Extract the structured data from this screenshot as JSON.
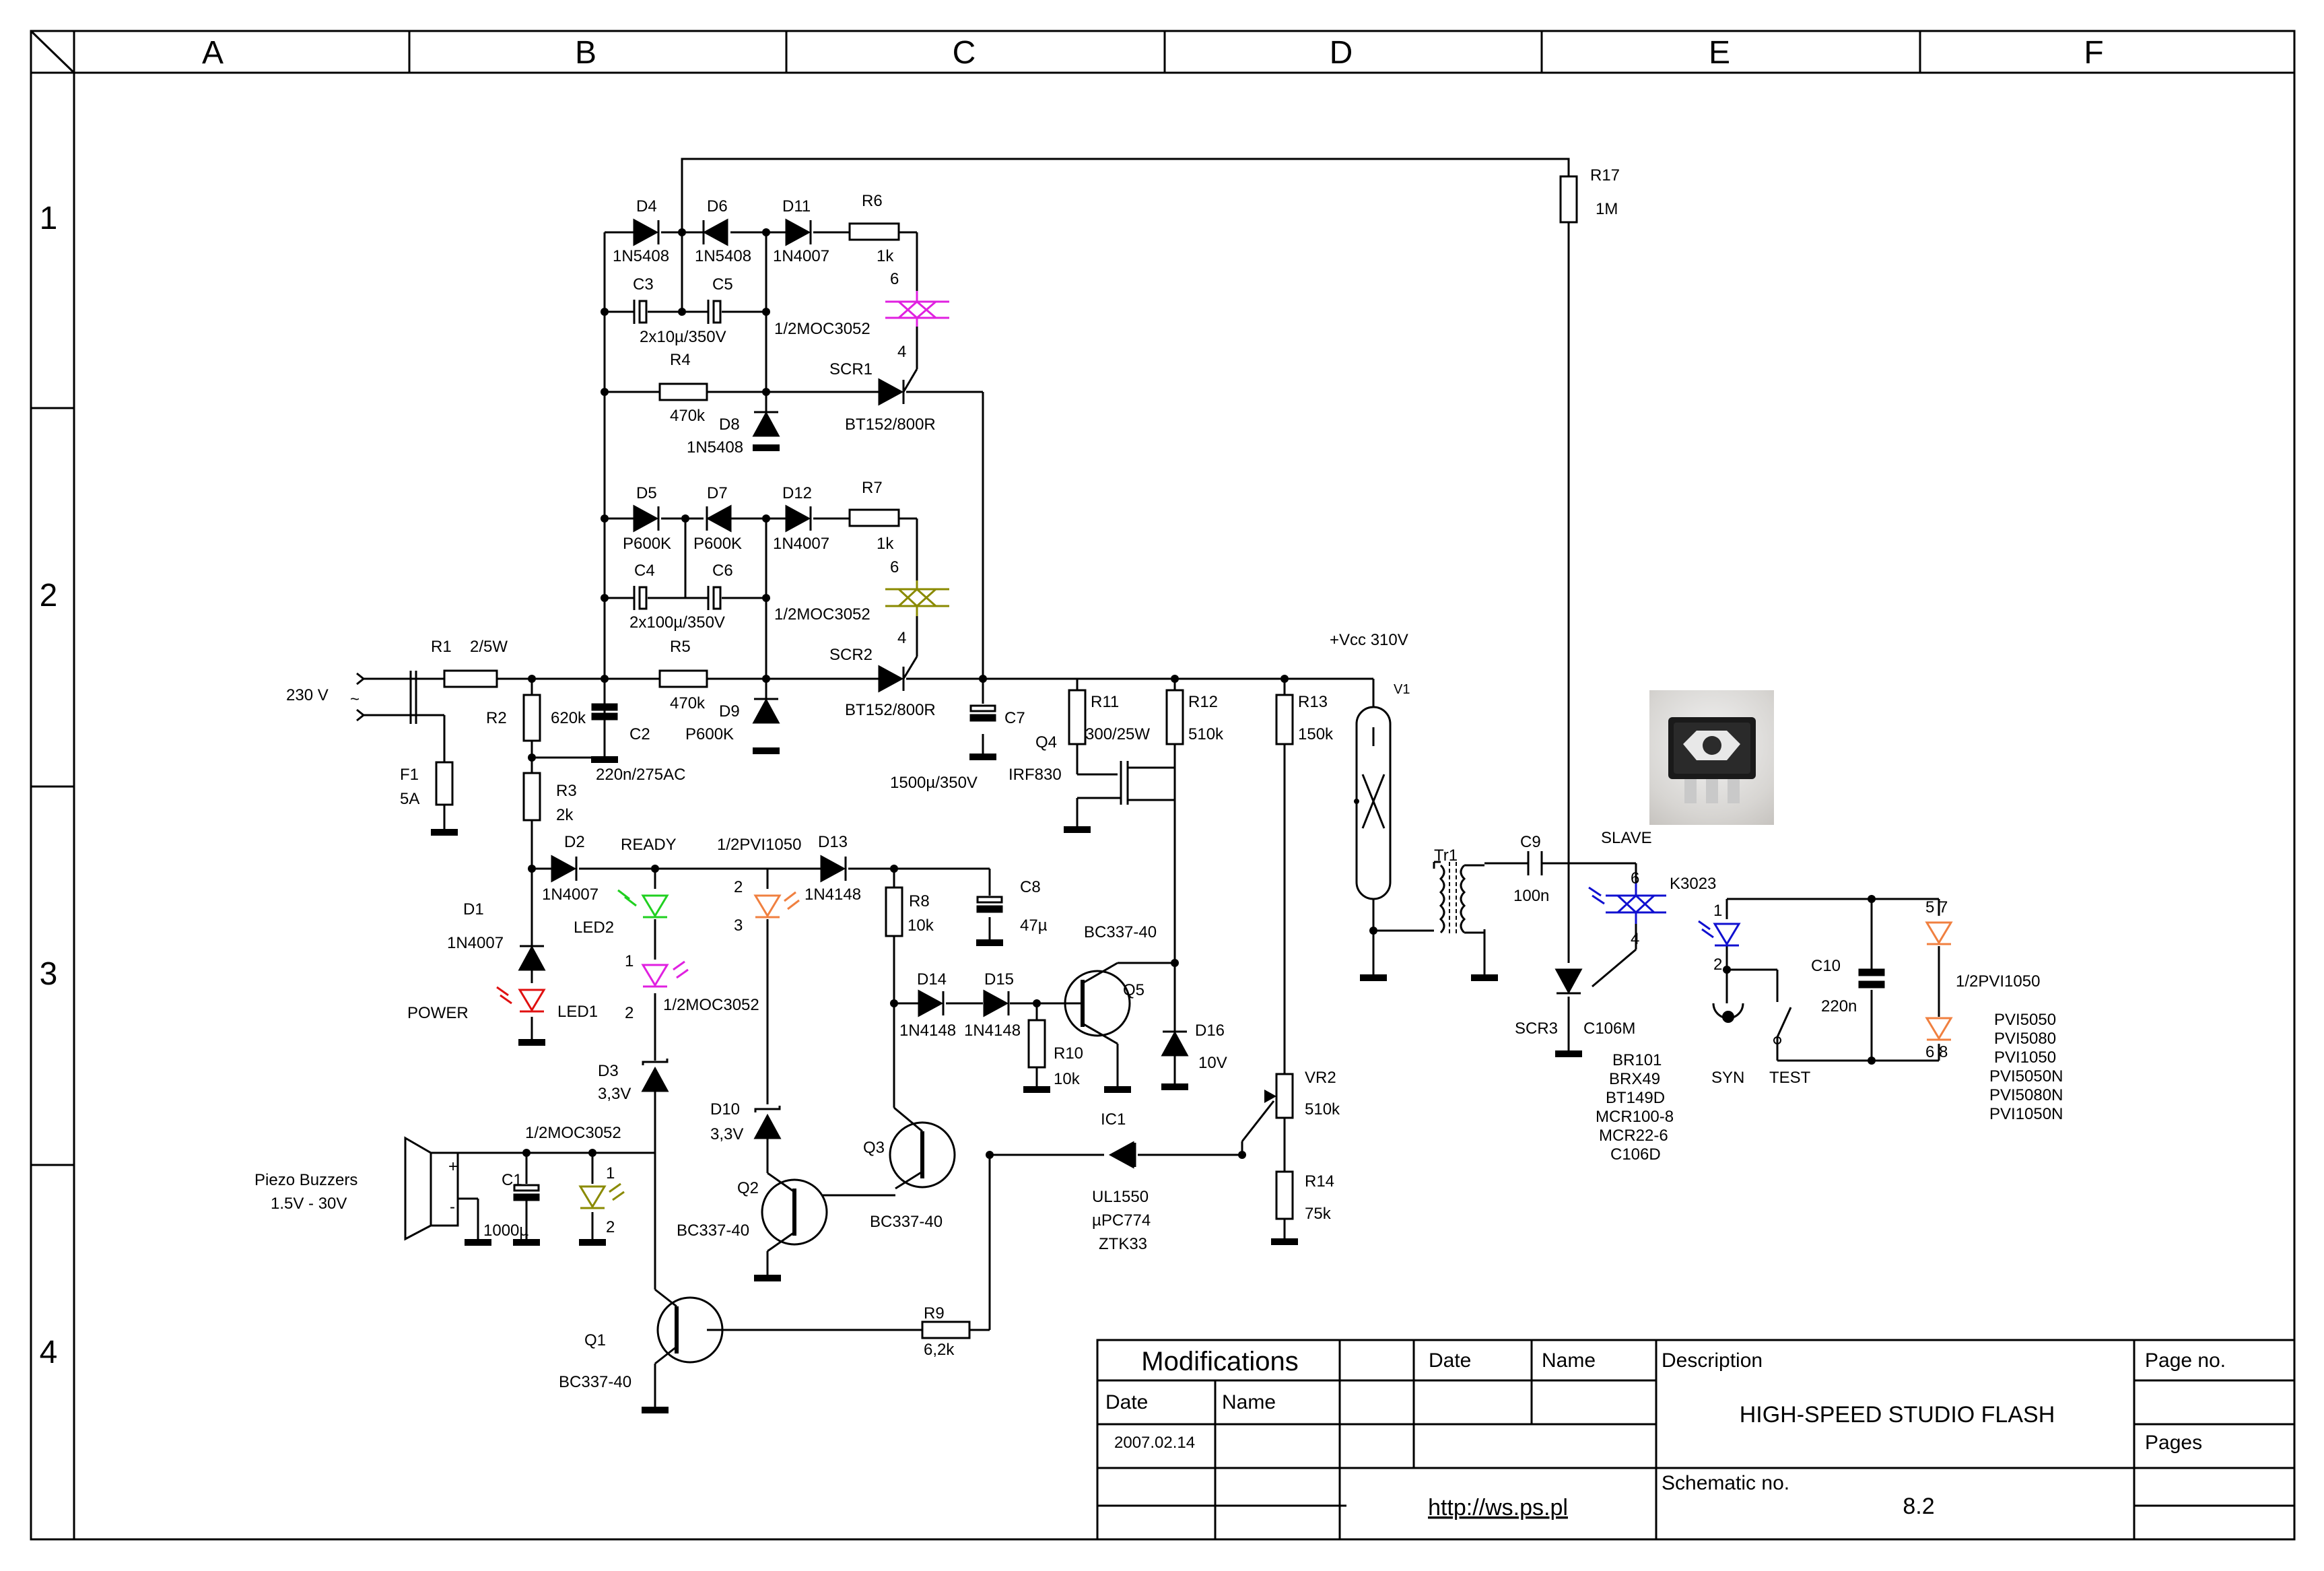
{
  "columns": [
    "A",
    "B",
    "C",
    "D",
    "E",
    "F"
  ],
  "rows": [
    "1",
    "2",
    "3",
    "4"
  ],
  "components": {
    "D4": "D4",
    "D4v": "1N5408",
    "D6": "D6",
    "D6v": "1N5408",
    "D11": "D11",
    "D11v": "1N4007",
    "R6": "R6",
    "R6v": "1k",
    "C3": "C3",
    "C5": "C5",
    "C35v": "2x10µ/350V",
    "MOC1": "1/2MOC3052",
    "R4": "R4",
    "R4v": "470k",
    "D8": "D8",
    "D8v": "1N5408",
    "SCR1": "SCR1",
    "SCR1v": "BT152/800R",
    "D5": "D5",
    "D5v": "P600K",
    "D7": "D7",
    "D7v": "P600K",
    "D12": "D12",
    "D12v": "1N4007",
    "R7": "R7",
    "R7v": "1k",
    "C4": "C4",
    "C6": "C6",
    "C46v": "2x100µ/350V",
    "MOC2": "1/2MOC3052",
    "SCR2": "SCR2",
    "SCR2v": "BT152/800R",
    "R1": "R1",
    "R1v": "2/5W",
    "mains": "230 V",
    "R2": "R2",
    "R2v": "620k",
    "C2": "C2",
    "C2v": "220n/275AC",
    "R5": "R5",
    "R5v": "470k",
    "D9": "D9",
    "D9v": "P600K",
    "C7": "C7",
    "C7v": "1500µ/350V",
    "F1": "F1",
    "F1v": "5A",
    "R3": "R3",
    "R3v": "2k",
    "vcc": "+Vcc 310V",
    "R11": "R11",
    "R11v": "300/25W",
    "Q4": "Q4",
    "Q4v": "IRF830",
    "R12": "R12",
    "R12v": "510k",
    "R13": "R13",
    "R13v": "150k",
    "V1": "V1",
    "R17": "R17",
    "R17v": "1M",
    "D2": "D2",
    "D2v": "1N4007",
    "READY": "READY",
    "PVI1": "1/2PVI1050",
    "D13": "D13",
    "D13v": "1N4148",
    "C8": "C8",
    "C8v": "47µ",
    "R8": "R8",
    "R8v": "10k",
    "D1": "D1",
    "D1v": "1N4007",
    "LED2": "LED2",
    "POWER": "POWER",
    "LED1": "LED1",
    "MOC3": "1/2MOC3052",
    "BC1": "BC337-40",
    "Q5": "Q5",
    "D14": "D14",
    "D14v": "1N4148",
    "D15": "D15",
    "D15v": "1N4148",
    "R10": "R10",
    "R10v": "10k",
    "D16": "D16",
    "D16v": "10V",
    "D3": "D3",
    "D3v": "3,3V",
    "D10": "D10",
    "D10v": "3,3V",
    "Q3": "Q3",
    "Q3v": "BC337-40",
    "Q2": "Q2",
    "Q2v": "BC337-40",
    "IC1": "IC1",
    "IC1v": [
      "UL1550",
      "µPC774",
      "ZTK33"
    ],
    "VR2": "VR2",
    "VR2v": "510k",
    "R14": "R14",
    "R14v": "75k",
    "Tr1": "Tr1",
    "C9": "C9",
    "C9v": "100n",
    "SLAVE": "SLAVE",
    "K3023": "K3023",
    "SCR3": "SCR3",
    "SCR3v": "C106M",
    "scr_alt": [
      "BR101",
      "BRX49",
      "BT149D",
      "MCR100-8",
      "MCR22-6",
      "C106D"
    ],
    "C10": "C10",
    "C10v": "220n",
    "PVI2": "1/2PVI1050",
    "pvi_alt": [
      "PVI5050",
      "PVI5080",
      "PVI1050",
      "PVI5050N",
      "PVI5080N",
      "PVI1050N"
    ],
    "SYN": "SYN",
    "TEST": "TEST",
    "piezo": [
      "Piezo Buzzers",
      "1.5V - 30V"
    ],
    "C1": "C1",
    "C1v": "1000µ",
    "Q1": "Q1",
    "Q1v": "BC337-40",
    "R9": "R9",
    "R9v": "6,2k",
    "pins": {
      "p6a": "6",
      "p4a": "4",
      "p6b": "6",
      "p4b": "4",
      "p1": "1",
      "p2": "2",
      "p2o": "2",
      "p3o": "3",
      "p1y": "1",
      "p2y": "2",
      "p6k": "6",
      "p4k": "4",
      "p1b": "1",
      "p2b": "2",
      "p57": "5 7",
      "p68": "6 8"
    }
  },
  "title_block": {
    "modifications": "Modifications",
    "date": "Date",
    "name": "Name",
    "date2": "Date",
    "name2": "Name",
    "mod_date": "2007.02.14",
    "description": "Description",
    "title": "HIGH-SPEED STUDIO FLASH",
    "page_no": "Page no.",
    "pages": "Pages",
    "url": "http://ws.ps.pl",
    "schematic_no": "Schematic no.",
    "schematic_value": "8.2"
  },
  "colors": {
    "magenta": "#e020e0",
    "olive": "#8a8a00",
    "green": "#20d020",
    "orange": "#f08040",
    "red": "#e01010",
    "blue": "#1010d0"
  }
}
